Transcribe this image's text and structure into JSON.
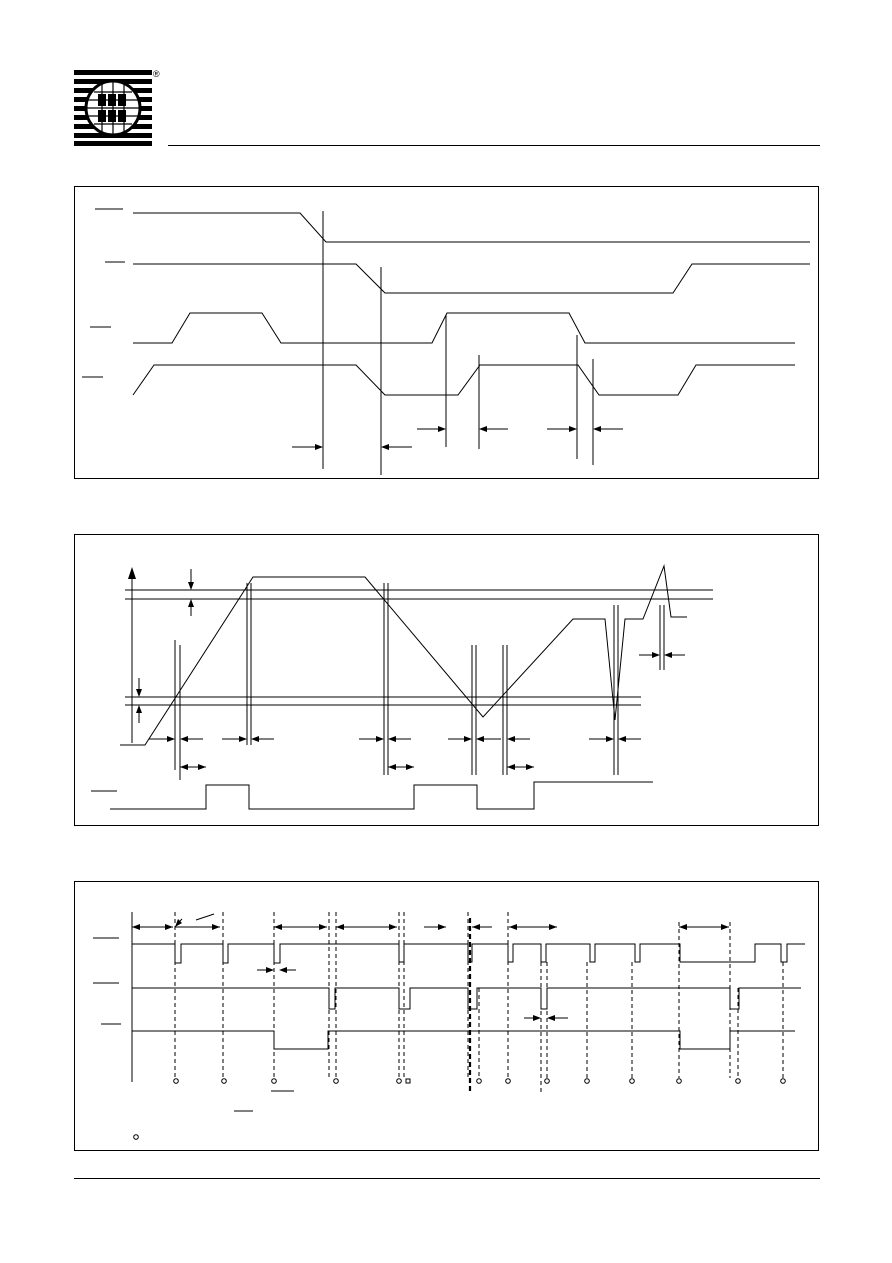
{
  "header": {
    "logo_icon": "company-logo-icon",
    "registered_mark": "®"
  },
  "figures": [
    {
      "id": "figure-1",
      "kind": "timing-waveforms"
    },
    {
      "id": "figure-2",
      "kind": "threshold-timing"
    },
    {
      "id": "figure-3",
      "kind": "sequence-timing"
    }
  ],
  "figure3_legend_icon": "circle-marker-icon",
  "colors": {
    "ink": "#000000",
    "paper": "#ffffff"
  }
}
